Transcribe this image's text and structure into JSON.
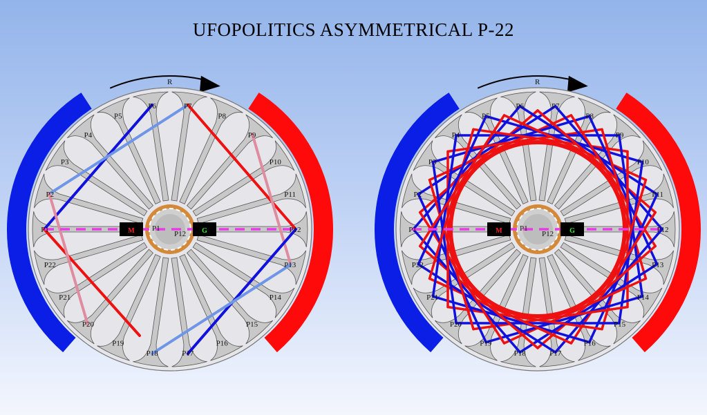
{
  "title": "UFOPOLITICS ASYMMETRICAL P-22",
  "diagrams": [
    {
      "id": "left",
      "rotation_label": "R",
      "motor_label": "M",
      "generator_label": "G",
      "inner_labels": [
        "P1",
        "P12"
      ],
      "variant": "single-winding",
      "pole_labels": [
        "P1",
        "P2",
        "P3",
        "P4",
        "P5",
        "P6",
        "P7",
        "P8",
        "P9",
        "P10",
        "P11",
        "P12",
        "P13",
        "P14",
        "P15",
        "P16",
        "P17",
        "P18",
        "P19",
        "P20",
        "P21",
        "P22"
      ]
    },
    {
      "id": "right",
      "rotation_label": "R",
      "motor_label": "M",
      "generator_label": "G",
      "inner_labels": [
        "P1",
        "P12"
      ],
      "variant": "full-winding",
      "pole_labels": [
        "P1",
        "P2",
        "P3",
        "P4",
        "P5",
        "P6",
        "P7",
        "P8",
        "P9",
        "P10",
        "P11",
        "P12",
        "P13",
        "P14",
        "P15",
        "P16",
        "P17",
        "P18",
        "P19",
        "P20",
        "P21",
        "P22"
      ]
    }
  ],
  "colors": {
    "north_magnet": "#0a1ee6",
    "south_magnet": "#ff0a0a",
    "pole_fill": "#c8c8c8",
    "axis_line": "#e63ce6",
    "red_wire": "#ee1111",
    "blue_wire": "#1111dd",
    "pink_wire": "#e08ca0",
    "light_blue_wire": "#6f96e6",
    "hub_ring": "#d4893a",
    "motor_text": "#ff2222",
    "generator_text": "#33ee33"
  }
}
